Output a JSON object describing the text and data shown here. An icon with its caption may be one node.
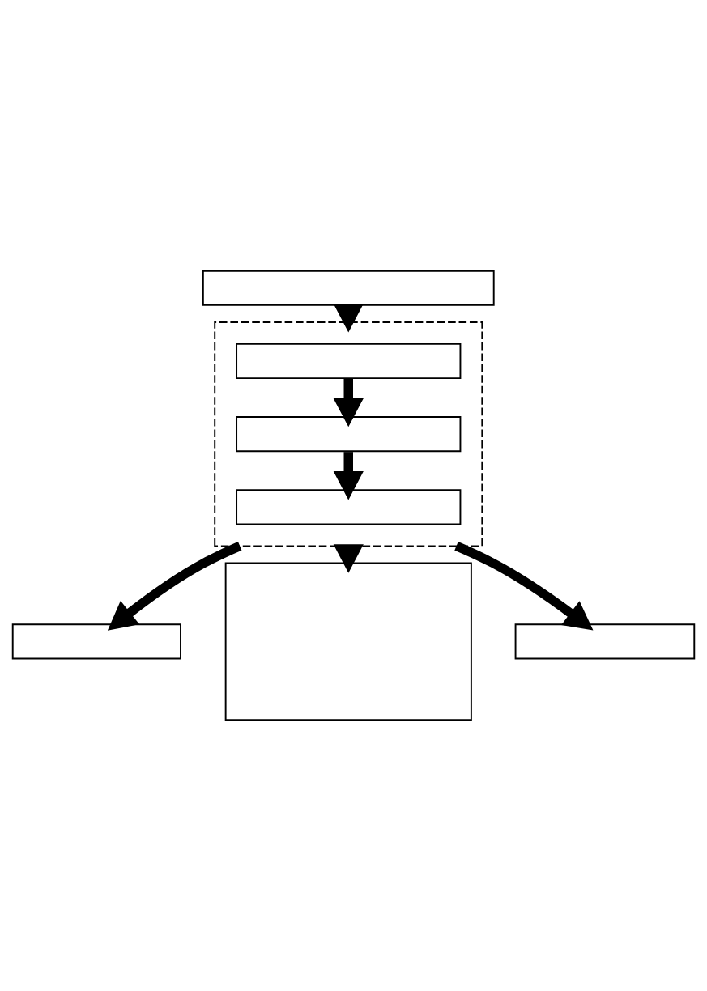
{
  "diagram": {
    "nodes": [
      {
        "text": [],
        "shape": "box"
      },
      {
        "text": [],
        "shape": "box"
      },
      {
        "text": [],
        "shape": "box",
        "in": 1
      },
      {
        "text": [],
        "shape": "box",
        "in": 1
      },
      {
        "text": [],
        "shape": "box"
      },
      {
        "text": [],
        "shape": "box",
        "in": 1
      },
      {
        "text": [],
        "shape": "box"
      },
      {
        "text": [],
        "shape": "box"
      }
    ],
    "edges": [
      {
        "from": 0,
        "to": 1,
        "arrow": "to"
      },
      {
        "from": 2,
        "to": 3,
        "arrow": "to"
      },
      {
        "from": 1,
        "to": 4,
        "arrow": "to"
      },
      {
        "from": 3,
        "to": 5,
        "arrow": "to"
      },
      {
        "from": 1,
        "to": 6,
        "arrow": "to"
      },
      {
        "from": 1,
        "to": 7,
        "arrow": "to"
      }
    ]
  }
}
